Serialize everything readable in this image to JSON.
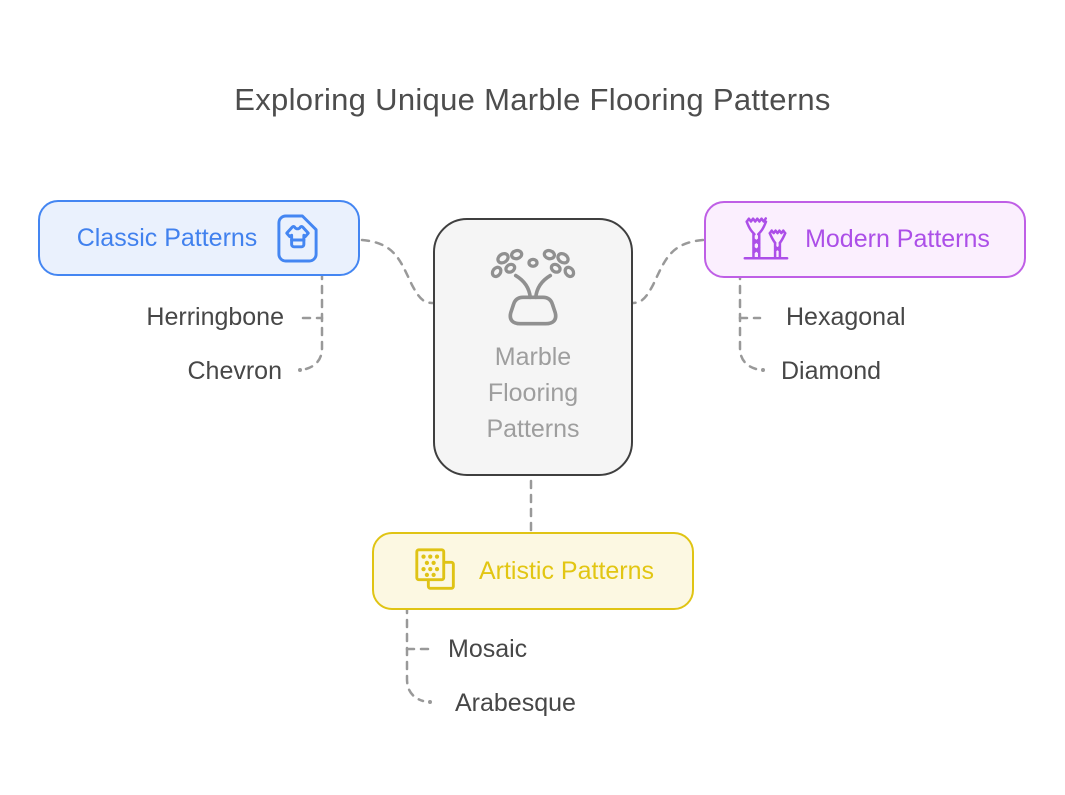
{
  "title": "Exploring Unique Marble Flooring Patterns",
  "center_node": {
    "label": "Marble Flooring Patterns",
    "icon": "sprouting-pot-icon"
  },
  "branches": [
    {
      "name": "classic",
      "label": "Classic Patterns",
      "icon": "shirt-card-icon",
      "icon_side": "right",
      "children": [
        "Herringbone",
        "Chevron"
      ],
      "colors": {
        "border": "#4486f2",
        "background": "#eaf1fd",
        "text": "#4181ee"
      }
    },
    {
      "name": "modern",
      "label": "Modern Patterns",
      "icon": "supertrees-icon",
      "icon_side": "left",
      "children": [
        "Hexagonal",
        "Diamond"
      ],
      "colors": {
        "border": "#bf5fe6",
        "background": "#fbeffe",
        "text": "#ac4fe8"
      }
    },
    {
      "name": "artistic",
      "label": "Artistic Patterns",
      "icon": "pattern-swatch-icon",
      "icon_side": "left",
      "children": [
        "Mosaic",
        "Arabesque"
      ],
      "colors": {
        "border": "#e0c414",
        "background": "#fcf8e2",
        "text": "#e2c613"
      }
    }
  ],
  "colors": {
    "title_text": "#4d4d4d",
    "subtopic_text": "#474747",
    "connector": "#999999",
    "center_border": "#3f3f3f",
    "center_background": "#f5f5f5",
    "center_text": "#9e9e9e",
    "center_icon": "#909090"
  }
}
